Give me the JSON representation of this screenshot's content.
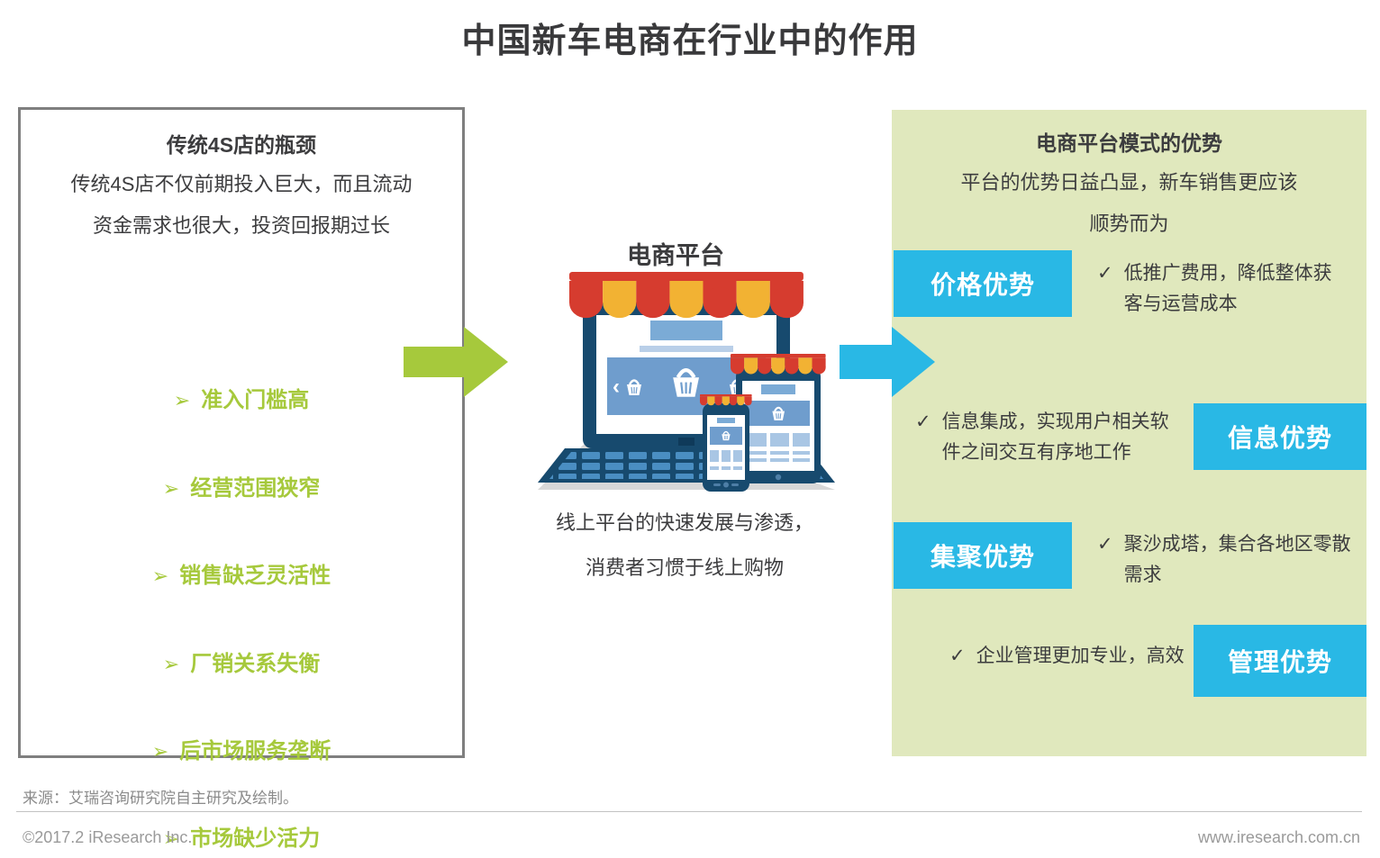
{
  "title": "中国新车电商在行业中的作用",
  "colors": {
    "accent_green": "#a6c93c",
    "accent_blue": "#29b8e5",
    "right_panel_bg": "#e0e8bd",
    "left_panel_border": "#7f7f7f"
  },
  "left_panel": {
    "title": "传统4S店的瓶颈",
    "description_line1": "传统4S店不仅前期投入巨大，而且流动",
    "description_line2": "资金需求也很大，投资回报期过长",
    "bullet_icon": "➢",
    "items": [
      "准入门槛高",
      "经营范围狭窄",
      "销售缺乏灵活性",
      "厂销关系失衡",
      "后市场服务垄断",
      "市场缺少活力"
    ]
  },
  "center": {
    "title": "电商平台",
    "illustration": "online-store-on-laptop-tablet-phone",
    "caption_line1": "线上平台的快速发展与渗透，",
    "caption_line2": "消费者习惯于线上购物"
  },
  "right_panel": {
    "title": "电商平台模式的优势",
    "subtitle_line1": "平台的优势日益凸显，新车销售更应该",
    "subtitle_line2": "顺势而为",
    "check_icon": "✓",
    "advantages": [
      {
        "label": "价格优势",
        "text": "低推广费用，降低整体获客与运营成本",
        "label_side": "left"
      },
      {
        "label": "信息优势",
        "text": "信息集成，实现用户相关软件之间交互有序地工作",
        "label_side": "right"
      },
      {
        "label": "集聚优势",
        "text": "聚沙成塔，集合各地区零散需求",
        "label_side": "left"
      },
      {
        "label": "管理优势",
        "text": "企业管理更加专业，高效",
        "label_side": "right"
      }
    ]
  },
  "footer": {
    "source": "来源：艾瑞咨询研究院自主研究及绘制。",
    "copyright": "©2017.2 iResearch  Inc.",
    "website": "www.iresearch.com.cn"
  }
}
